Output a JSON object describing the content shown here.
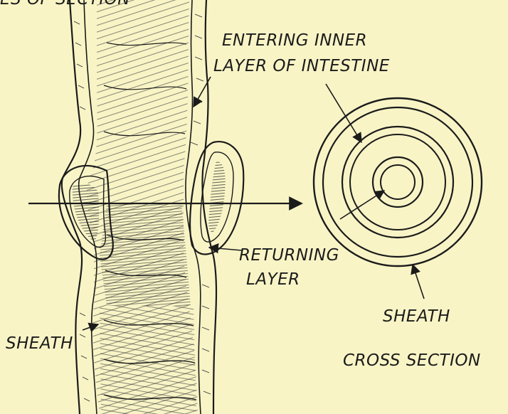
{
  "figure": {
    "labels": {
      "top_partial": "ES OF SECTION",
      "entering_line1": "ENTERING INNER",
      "entering_line2": "LAYER OF INTESTINE",
      "returning_line1": "RETURNING",
      "returning_line2": "LAYER",
      "sheath_left": "SHEATH",
      "sheath_right": "SHEATH",
      "cross_section": "CROSS SECTION"
    },
    "colors": {
      "paper": "#f8f4c6",
      "ink": "#1b1b1b"
    }
  }
}
